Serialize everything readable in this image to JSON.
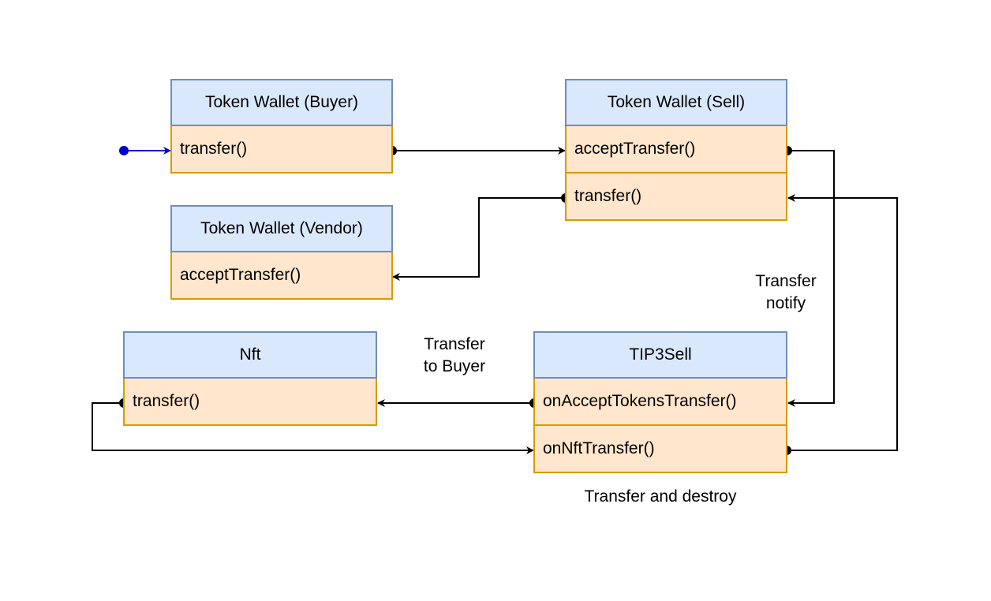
{
  "boxes": {
    "buyer_wallet": {
      "title": "Token Wallet (Buyer)",
      "methods": [
        "transfer()"
      ]
    },
    "sell_wallet": {
      "title": "Token Wallet (Sell)",
      "methods": [
        "acceptTransfer()",
        "transfer()"
      ]
    },
    "vendor_wallet": {
      "title": "Token Wallet (Vendor)",
      "methods": [
        "acceptTransfer()"
      ]
    },
    "nft": {
      "title": "Nft",
      "methods": [
        "transfer()"
      ]
    },
    "tip3sell": {
      "title": "TIP3Sell",
      "methods": [
        "onAcceptTokensTransfer()",
        "onNftTransfer()"
      ]
    }
  },
  "labels": {
    "transfer_notify_1": "Transfer",
    "transfer_notify_2": "notify",
    "transfer_to_buyer_1": "Transfer",
    "transfer_to_buyer_2": "to Buyer",
    "transfer_and_destroy": "Transfer and destroy"
  },
  "colors": {
    "header_fill": "#dae8fc",
    "header_stroke": "#6c8ebf",
    "row_fill": "#ffe6cc",
    "row_stroke": "#d79b00",
    "entry_arrow": "#0000cc",
    "edge": "#000000"
  }
}
